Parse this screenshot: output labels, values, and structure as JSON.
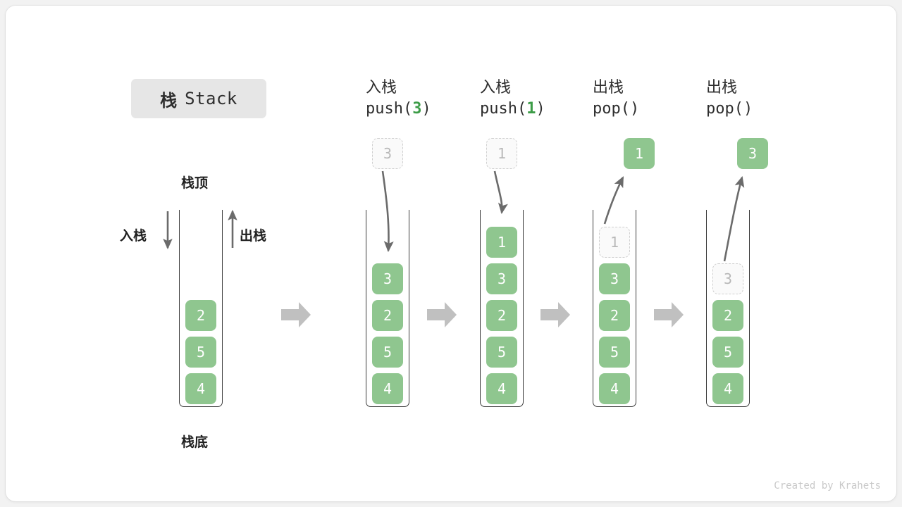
{
  "title": {
    "cn": "栈",
    "en": "Stack"
  },
  "labels": {
    "top": "栈顶",
    "bottom": "栈底",
    "push_side": "入栈",
    "pop_side": "出栈"
  },
  "credit": "Created by Krahets",
  "colors": {
    "element_fill": "#8fc68f",
    "element_text": "#ffffff",
    "ghost_border": "#cfcfcf",
    "ghost_text": "#b8b8b8",
    "container_border": "#3d3d3d",
    "accent_green": "#3c9c47",
    "step_arrow": "#c0c0c0",
    "curve_arrow": "#6b6b6b",
    "badge_bg": "#e6e6e6",
    "card_bg": "#ffffff",
    "page_bg": "#f2f2f2"
  },
  "columns": [
    {
      "id": "initial",
      "header_cn": "",
      "header_code": "",
      "op": "none",
      "floating": null,
      "cells": [
        {
          "value": "2",
          "state": "solid"
        },
        {
          "value": "5",
          "state": "solid"
        },
        {
          "value": "4",
          "state": "solid"
        }
      ]
    },
    {
      "id": "push-3",
      "header_cn": "入栈",
      "header_code": "push(",
      "header_arg": "3",
      "header_code_end": ")",
      "op": "push",
      "floating": {
        "value": "3",
        "state": "ghost"
      },
      "cells": [
        {
          "value": "3",
          "state": "solid"
        },
        {
          "value": "2",
          "state": "solid"
        },
        {
          "value": "5",
          "state": "solid"
        },
        {
          "value": "4",
          "state": "solid"
        }
      ]
    },
    {
      "id": "push-1",
      "header_cn": "入栈",
      "header_code": "push(",
      "header_arg": "1",
      "header_code_end": ")",
      "op": "push",
      "floating": {
        "value": "1",
        "state": "ghost"
      },
      "cells": [
        {
          "value": "1",
          "state": "solid"
        },
        {
          "value": "3",
          "state": "solid"
        },
        {
          "value": "2",
          "state": "solid"
        },
        {
          "value": "5",
          "state": "solid"
        },
        {
          "value": "4",
          "state": "solid"
        }
      ]
    },
    {
      "id": "pop-1",
      "header_cn": "出栈",
      "header_code": "pop(",
      "header_arg": "",
      "header_code_end": ")",
      "op": "pop",
      "floating": {
        "value": "1",
        "state": "solid"
      },
      "cells": [
        {
          "value": "1",
          "state": "ghost"
        },
        {
          "value": "3",
          "state": "solid"
        },
        {
          "value": "2",
          "state": "solid"
        },
        {
          "value": "5",
          "state": "solid"
        },
        {
          "value": "4",
          "state": "solid"
        }
      ]
    },
    {
      "id": "pop-3",
      "header_cn": "出栈",
      "header_code": "pop(",
      "header_arg": "",
      "header_code_end": ")",
      "op": "pop",
      "floating": {
        "value": "3",
        "state": "solid"
      },
      "cells": [
        {
          "value": "3",
          "state": "ghost"
        },
        {
          "value": "2",
          "state": "solid"
        },
        {
          "value": "5",
          "state": "solid"
        },
        {
          "value": "4",
          "state": "solid"
        }
      ]
    }
  ]
}
